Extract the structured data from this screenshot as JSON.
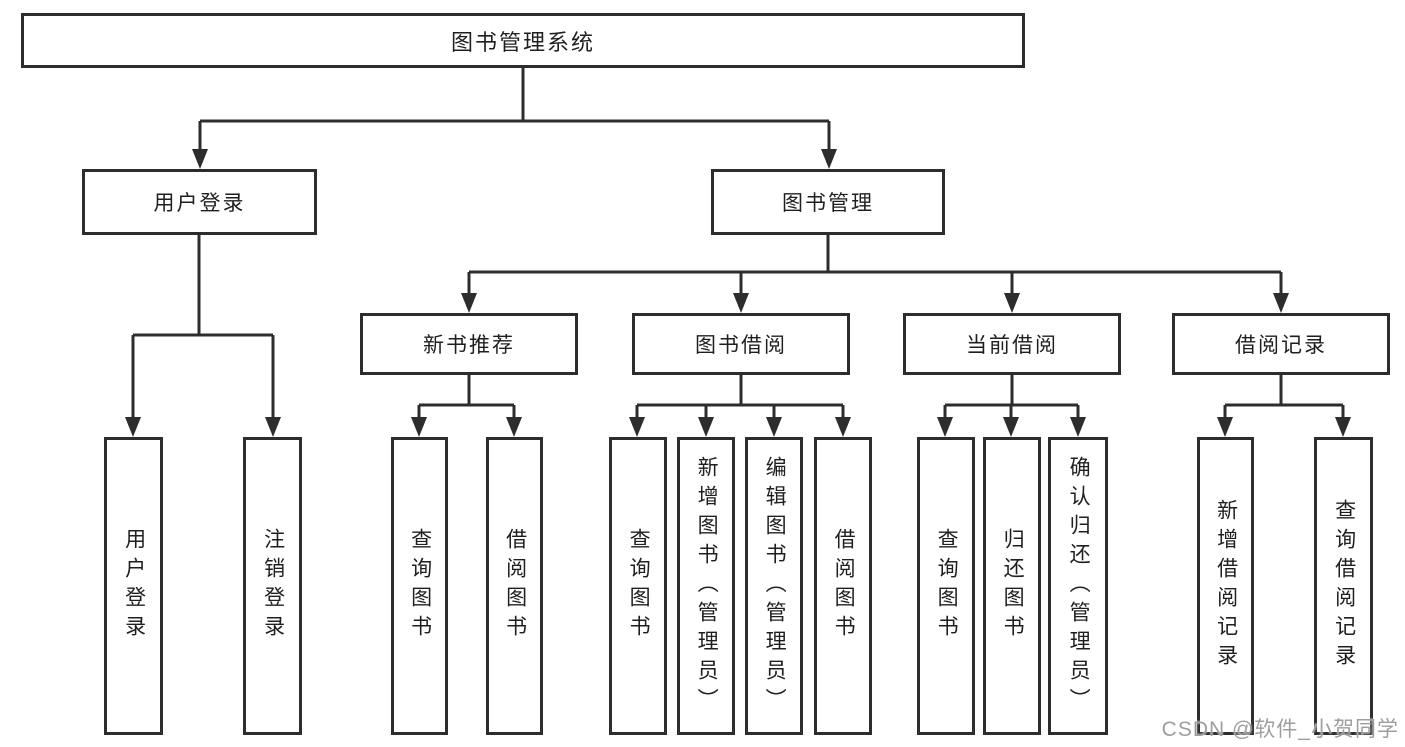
{
  "diagram": {
    "root": {
      "label": "图书管理系统"
    },
    "branches": [
      {
        "label": "用户登录",
        "children": [
          {
            "label": "用户登录"
          },
          {
            "label": "注销登录"
          }
        ]
      },
      {
        "label": "图书管理",
        "children": [
          {
            "label": "新书推荐",
            "children": [
              {
                "label": "查询图书"
              },
              {
                "label": "借阅图书"
              }
            ]
          },
          {
            "label": "图书借阅",
            "children": [
              {
                "label": "查询图书"
              },
              {
                "label": "新增图书（管理员）"
              },
              {
                "label": "编辑图书（管理员）"
              },
              {
                "label": "借阅图书"
              }
            ]
          },
          {
            "label": "当前借阅",
            "children": [
              {
                "label": "查询图书"
              },
              {
                "label": "归还图书"
              },
              {
                "label": "确认归还（管理员）"
              }
            ]
          },
          {
            "label": "借阅记录",
            "children": [
              {
                "label": "新增借阅记录"
              },
              {
                "label": "查询借阅记录"
              }
            ]
          }
        ]
      }
    ]
  },
  "watermark": {
    "text": "CSDN @软件_小贺同学",
    "color": "#9e9e9e"
  },
  "colors": {
    "line": "#2d2d2d",
    "box_border": "#2d2d2d",
    "box_background": "#ffffff",
    "text": "#1f1f1f",
    "page_background": "#ffffff"
  }
}
